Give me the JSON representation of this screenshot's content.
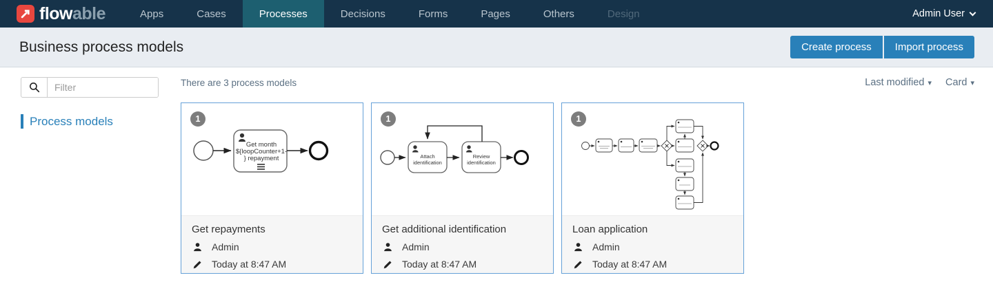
{
  "navbar": {
    "brand": {
      "flow": "flow",
      "able": "able"
    },
    "items": [
      {
        "label": "Apps"
      },
      {
        "label": "Cases"
      },
      {
        "label": "Processes",
        "active": true
      },
      {
        "label": "Decisions"
      },
      {
        "label": "Forms"
      },
      {
        "label": "Pages"
      },
      {
        "label": "Others"
      },
      {
        "label": "Design",
        "disabled": true
      }
    ],
    "user_label": "Admin User"
  },
  "header": {
    "title": "Business process models",
    "create_label": "Create process",
    "import_label": "Import process"
  },
  "sidebar": {
    "filter_placeholder": "Filter",
    "nav_label": "Process models"
  },
  "toolbar": {
    "summary": "There are 3 process models",
    "sort_label": "Last modified",
    "view_label": "Card"
  },
  "cards": [
    {
      "version": "1",
      "name": "Get repayments",
      "author": "Admin",
      "modified": "Today at 8:47 AM",
      "diagram": {
        "task_lines": [
          "Get month",
          "${loopCounter+1-",
          "} repayment"
        ]
      }
    },
    {
      "version": "1",
      "name": "Get additional identification",
      "author": "Admin",
      "modified": "Today at 8:47 AM",
      "diagram": {
        "task1": [
          "Attach",
          "identification"
        ],
        "task2": [
          "Review",
          "identification"
        ]
      }
    },
    {
      "version": "1",
      "name": "Loan application",
      "author": "Admin",
      "modified": "Today at 8:47 AM"
    }
  ],
  "colors": {
    "navbar_bg": "#16334a",
    "active_tab_bg": "#1d5f70",
    "brand_red": "#e8473f",
    "primary_button": "#2980b9",
    "link_blue": "#2980b9",
    "card_border": "#64a0d8",
    "header_bar_bg": "#e9edf2"
  }
}
